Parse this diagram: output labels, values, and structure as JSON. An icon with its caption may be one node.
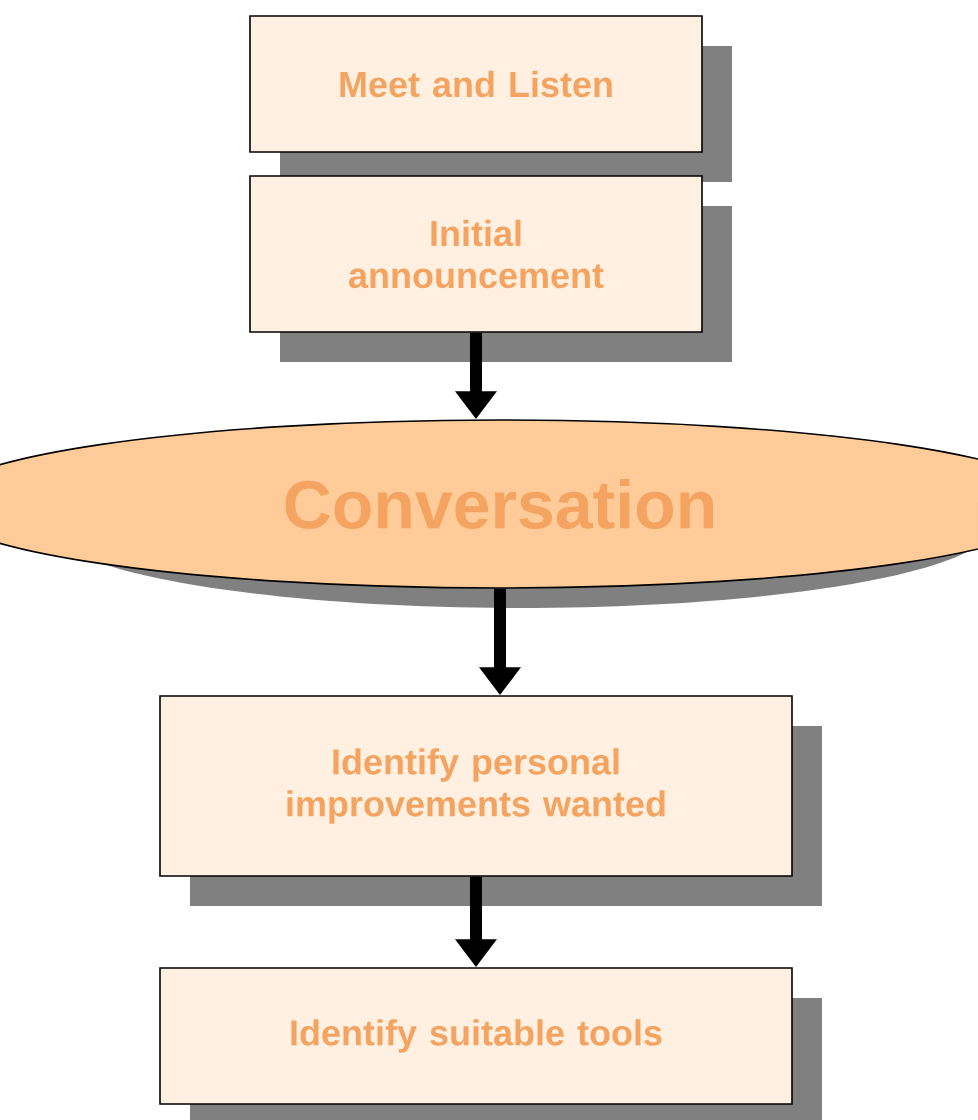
{
  "diagram": {
    "nodes": [
      {
        "text": [
          "Meet and Listen"
        ]
      },
      {
        "text": [
          "Initial announcement"
        ]
      },
      {
        "text": [
          "Conversation"
        ]
      },
      {
        "text": [
          "Identify personal improvements wanted"
        ]
      },
      {
        "text": [
          "Identify suitable tools"
        ]
      }
    ],
    "edges": [
      {
        "from": 1,
        "to": 2,
        "arrow": "to"
      },
      {
        "from": 2,
        "to": 3,
        "arrow": "to"
      },
      {
        "from": 3,
        "to": 4,
        "arrow": "to"
      }
    ]
  }
}
